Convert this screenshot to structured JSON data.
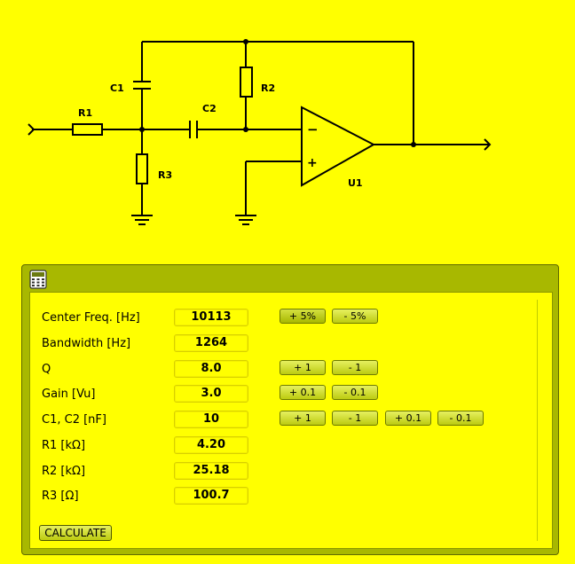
{
  "circuit": {
    "labels": {
      "c1": "C1",
      "c2": "C2",
      "r1": "R1",
      "r2": "R2",
      "r3": "R3",
      "u1": "U1",
      "minus": "−",
      "plus": "+"
    }
  },
  "panel": {
    "icon": "calculator-icon",
    "rows": [
      {
        "label": "Center Freq. [Hz]",
        "value": "10113"
      },
      {
        "label": "Bandwidth [Hz]",
        "value": "1264"
      },
      {
        "label": "Q",
        "value": "8.0"
      },
      {
        "label": "Gain [Vu]",
        "value": "3.0"
      },
      {
        "label": "C1, C2 [nF]",
        "value": "10"
      },
      {
        "label": "R1 [kΩ]",
        "value": "4.20"
      },
      {
        "label": "R2 [kΩ]",
        "value": "25.18"
      },
      {
        "label": "R3 [Ω]",
        "value": "100.7"
      }
    ],
    "buttons": {
      "freq_plus": "+ 5%",
      "freq_minus": "- 5%",
      "q_plus": "+ 1",
      "q_minus": "- 1",
      "gain_plus": "+ 0.1",
      "gain_minus": "- 0.1",
      "cap_plus1": "+ 1",
      "cap_minus1": "- 1",
      "cap_plus01": "+ 0.1",
      "cap_minus01": "- 0.1"
    },
    "calculate": "CALCULATE"
  },
  "colors": {
    "background": "#ffff00",
    "panel": "#a8b800",
    "button": "#c6d42a"
  }
}
